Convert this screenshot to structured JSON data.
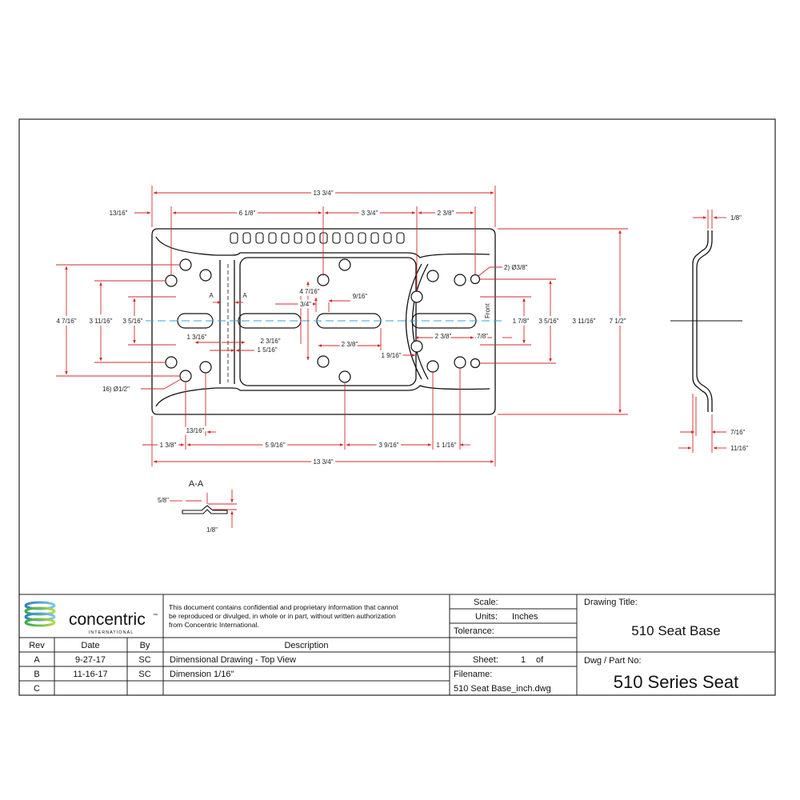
{
  "colors": {
    "dimension": "#d42a2a",
    "outline": "#111111",
    "centerline": "#29a9d6",
    "border": "#222222"
  },
  "drawing": {
    "top_dims": {
      "overall_top": "13 3/4\"",
      "left_offset": "13/16\"",
      "d_6_1_8": "6 1/8\"",
      "d_3_3_4": "3 3/4\"",
      "d_2_3_8_top": "2 3/8\""
    },
    "bottom_dims": {
      "d_13_16": "13/16\"",
      "d_1_3_8": "1 3/8\"",
      "d_5_9_16": "5 9/16\"",
      "d_3_9_16": "3 9/16\"",
      "d_1_1_16": "1 1/16\"",
      "overall_bottom": "13 3/4\""
    },
    "left_dims": {
      "d_4_7_16": "4 7/16\"",
      "d_3_11_16": "3 11/16\"",
      "d_3_5_16": "3 5/16\""
    },
    "right_dims": {
      "d_1_7_8": "1 7/8\"",
      "d_3_5_16": "3 5/16\"",
      "d_3_11_16": "3 11/16\"",
      "d_7_1_2": "7 1/2\""
    },
    "inner_dims": {
      "d_1_3_16": "1 3/16\"",
      "d_2_3_16": "2 3/16\"",
      "d_1_5_16": "1 5/16\"",
      "d_4_7_16_in": "4 7/16\"",
      "d_3_4": "3/4\"",
      "d_9_16": "9/16\"",
      "d_2_3_8_a": "2 3/8\"",
      "d_1_9_16": "1 9/16\"",
      "d_2_3_8_b": "2 3/8\"",
      "d_7_8": "7/8\""
    },
    "callouts": {
      "holes_small": "2) Ø3/8\"",
      "holes_large": "16) Ø1/2\"",
      "front": "Front",
      "section_mark": "A"
    },
    "side_view": {
      "d_1_8": "1/8\"",
      "d_7_16": "7/16\"",
      "d_11_16": "11/16\""
    },
    "section": {
      "title": "A-A",
      "d_5_8": "5/8\"",
      "d_1_8": "1/8\""
    }
  },
  "title_block": {
    "logo_text": "concentric",
    "logo_tm": "™",
    "logo_sub": "INTERNATIONAL",
    "confidential": [
      "This document contains confidential and proprietary information that cannot",
      "be reproduced or divulged, in whole or in part, without written authorization",
      "from Concentric International."
    ],
    "scale_label": "Scale:",
    "units_label": "Units:",
    "units_value": "Inches",
    "tolerance_label": "Tolerance:",
    "drawing_title_label": "Drawing Title:",
    "drawing_title": "510 Seat Base",
    "sheet_label": "Sheet:",
    "sheet_value": "1",
    "sheet_of": "of",
    "dwg_label": "Dwg / Part No:",
    "dwg_value": "510 Series Seat",
    "filename_label": "Filename:",
    "filename_value": "510 Seat Base_inch.dwg",
    "headers": {
      "rev": "Rev",
      "date": "Date",
      "by": "By",
      "description": "Description"
    },
    "revisions": [
      {
        "rev": "A",
        "date": "9-27-17",
        "by": "SC",
        "description": "Dimensional Drawing - Top View"
      },
      {
        "rev": "B",
        "date": "11-16-17",
        "by": "SC",
        "description": "Dimension 1/16\""
      },
      {
        "rev": "C",
        "date": "",
        "by": "",
        "description": ""
      }
    ]
  }
}
